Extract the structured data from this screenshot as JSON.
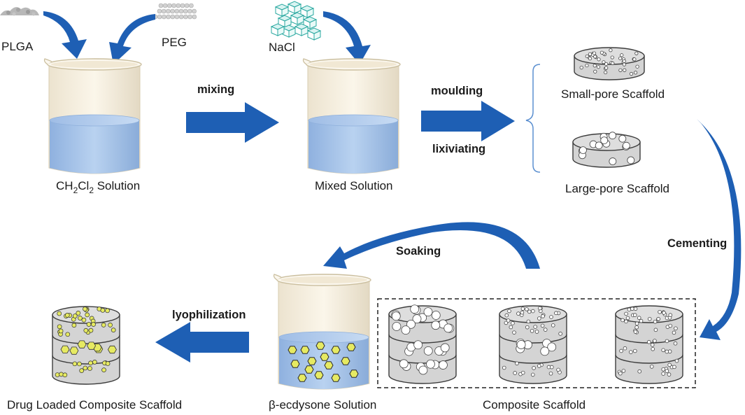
{
  "colors": {
    "arrow": "#1e5fb4",
    "liquid": "#a9c6ea",
    "beaker_glass": "#f8f1e2",
    "cylinder": "#d4d4d4",
    "cylinder_stroke": "#3c3c3c",
    "crystal_stroke": "#2aa8a0",
    "drug": "#e6ea62"
  },
  "icons": {
    "plga": "powder-pile-icon",
    "peg": "bead-pile-icon",
    "nacl": "salt-crystal-icon",
    "beaker": "beaker-icon",
    "scaffold": "porous-cylinder-icon"
  },
  "labels": {
    "plga": "PLGA",
    "peg": "PEG",
    "nacl": "NaCl",
    "mixing": "mixing",
    "moulding": "moulding",
    "lixiviating": "lixiviating",
    "ch2cl2_part1": "CH",
    "ch2cl2_sub1": "2",
    "ch2cl2_part2": "Cl",
    "ch2cl2_sub2": "2",
    "ch2cl2_part3": " Solution",
    "mixed_solution": "Mixed Solution",
    "small_pore": "Small-pore Scaffold",
    "large_pore": "Large-pore Scaffold",
    "cementing": "Cementing",
    "soaking": "Soaking",
    "lyophilization": "lyophilization",
    "ecdysone_solution": "β-ecdysone Solution",
    "composite_scaffold": "Composite Scaffold",
    "drug_loaded": "Drug Loaded Composite Scaffold"
  }
}
